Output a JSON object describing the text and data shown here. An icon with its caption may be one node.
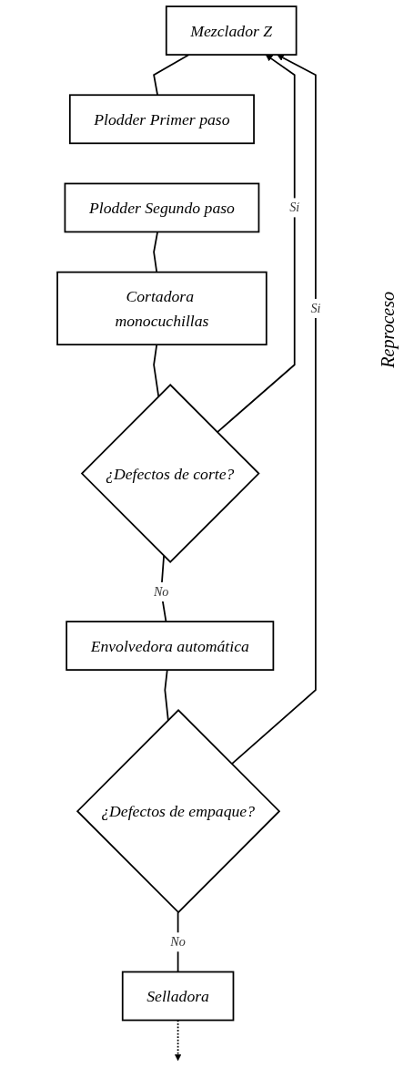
{
  "diagram": {
    "nodes": [
      {
        "text": [
          "Mezclador Z"
        ]
      },
      {
        "text": [
          "Plodder Primer paso"
        ]
      },
      {
        "text": [
          "Plodder Segundo paso"
        ]
      },
      {
        "text": [
          "Cortadora monocuchillas"
        ]
      },
      {
        "text": [
          "¿Defectos de corte?"
        ]
      },
      {
        "text": [
          "Envolvedora automática"
        ]
      },
      {
        "text": [
          "¿Defectos de empaque?"
        ]
      },
      {
        "text": [
          "Selladora"
        ]
      }
    ],
    "edges": [
      {
        "from": 0,
        "to": 1,
        "arrow": "none"
      },
      {
        "from": 2,
        "to": 3,
        "arrow": "none"
      },
      {
        "from": 3,
        "to": 4,
        "arrow": "none"
      },
      {
        "from": 4,
        "to": 5,
        "arrow": "none",
        "label": "No"
      },
      {
        "from": 5,
        "to": 6,
        "arrow": "none"
      },
      {
        "from": 6,
        "to": 7,
        "arrow": "none",
        "label": "No"
      },
      {
        "from": 4,
        "to": 0,
        "arrow": "to",
        "label": "Sí"
      },
      {
        "from": 6,
        "to": 0,
        "arrow": "to",
        "label": "Sí"
      },
      {
        "from": 7,
        "to": null,
        "arrow": "to",
        "style": "dashed"
      }
    ],
    "labels": [
      "Reproceso"
    ]
  }
}
